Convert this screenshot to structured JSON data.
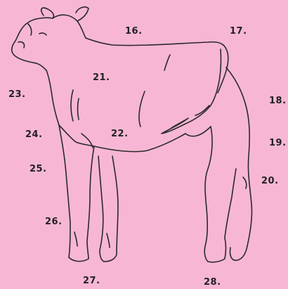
{
  "colors": {
    "background": "#f7b7d4",
    "ink": "#2a2a2a"
  },
  "figure": {
    "subject": "cow-outline"
  },
  "labels": [
    {
      "text": "16."
    },
    {
      "text": "17."
    },
    {
      "text": "21."
    },
    {
      "text": "23."
    },
    {
      "text": "22."
    },
    {
      "text": "18."
    },
    {
      "text": "24."
    },
    {
      "text": "19."
    },
    {
      "text": "25."
    },
    {
      "text": "20."
    },
    {
      "text": "26."
    },
    {
      "text": "27."
    },
    {
      "text": "28."
    }
  ]
}
